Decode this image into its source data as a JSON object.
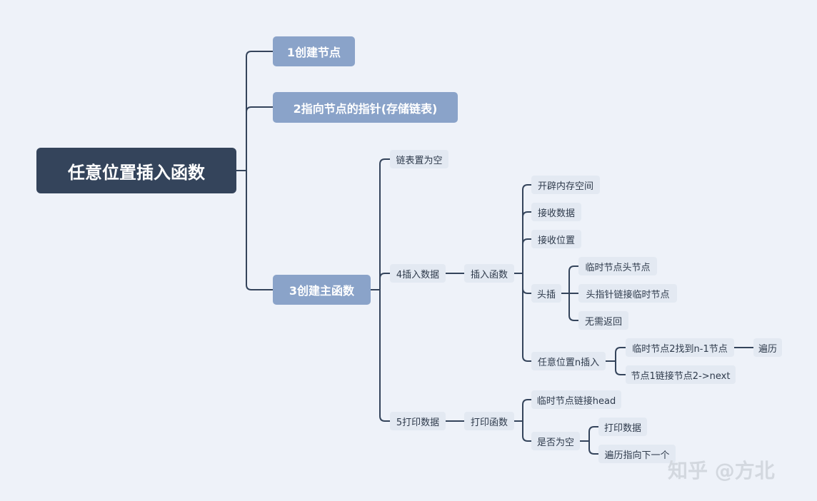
{
  "mindmap": {
    "root": "任意位置插入函数",
    "branches": [
      {
        "label": "1创建节点"
      },
      {
        "label": "2指向节点的指针(存储链表)"
      },
      {
        "label": "3创建主函数",
        "children": [
          {
            "label": "链表置为空"
          },
          {
            "label": "4插入数据",
            "children": [
              {
                "label": "插入函数",
                "children": [
                  {
                    "label": "开辟内存空间"
                  },
                  {
                    "label": "接收数据"
                  },
                  {
                    "label": "接收位置"
                  },
                  {
                    "label": "头插",
                    "children": [
                      {
                        "label": "临时节点头节点"
                      },
                      {
                        "label": "头指针链接临时节点"
                      },
                      {
                        "label": "无需返回"
                      }
                    ]
                  },
                  {
                    "label": "任意位置n插入",
                    "children": [
                      {
                        "label": "临时节点2找到n-1节点",
                        "children": [
                          {
                            "label": "遍历"
                          }
                        ]
                      },
                      {
                        "label": "节点1链接节点2->next"
                      }
                    ]
                  }
                ]
              }
            ]
          },
          {
            "label": "5打印数据",
            "children": [
              {
                "label": "打印函数",
                "children": [
                  {
                    "label": "临时节点链接head"
                  },
                  {
                    "label": "是否为空",
                    "children": [
                      {
                        "label": "打印数据"
                      },
                      {
                        "label": "遍历指向下一个"
                      }
                    ]
                  }
                ]
              }
            ]
          }
        ]
      }
    ]
  },
  "watermark": "知乎 @方北",
  "colors": {
    "background": "#eef2f9",
    "root_fill": "#34445b",
    "branch_fill": "#8aa3c9",
    "leaf_fill": "#e3e9f2",
    "line": "#34445b",
    "text_dark": "#2f3b4c"
  }
}
